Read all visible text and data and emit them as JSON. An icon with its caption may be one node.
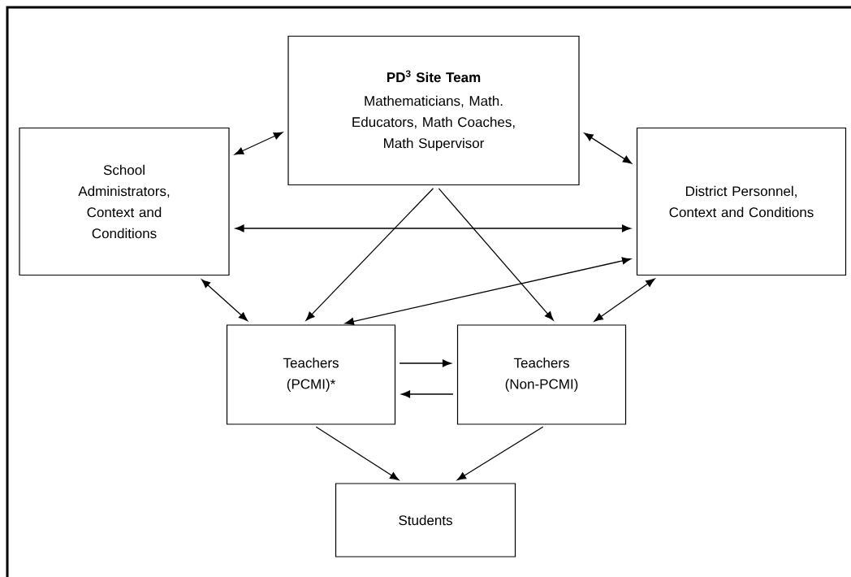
{
  "diagram": {
    "nodes": [
      {
        "text": [
          "PD$^{3}$ Site Team",
          "Mathematicians, Math. Educators, Math Coaches, Math Supervisor"
        ]
      },
      {
        "text": [
          "School Administrators, Context and Conditions"
        ]
      },
      {
        "text": [
          "District Personnel, Context and Conditions"
        ]
      },
      {
        "text": [
          "Teachers (PCMI)*"
        ]
      },
      {
        "text": [
          "Teachers (Non-PCMI)"
        ]
      },
      {
        "text": [
          "Students"
        ]
      }
    ],
    "edges": [
      {
        "from": 1,
        "to": 0,
        "arrow": "both"
      },
      {
        "from": 0,
        "to": 2,
        "arrow": "both"
      },
      {
        "from": 1,
        "to": 2,
        "arrow": "both"
      },
      {
        "from": 0,
        "to": 3,
        "arrow": "to"
      },
      {
        "from": 0,
        "to": 4,
        "arrow": "to"
      },
      {
        "from": 2,
        "to": 3,
        "arrow": "both"
      },
      {
        "from": 1,
        "to": 3,
        "arrow": "both"
      },
      {
        "from": 2,
        "to": 4,
        "arrow": "both"
      },
      {
        "from": 3,
        "to": 4,
        "arrow": "to"
      },
      {
        "from": 4,
        "to": 3,
        "arrow": "to"
      },
      {
        "from": 3,
        "to": 5,
        "arrow": "to"
      },
      {
        "from": 4,
        "to": 5,
        "arrow": "to"
      }
    ]
  }
}
